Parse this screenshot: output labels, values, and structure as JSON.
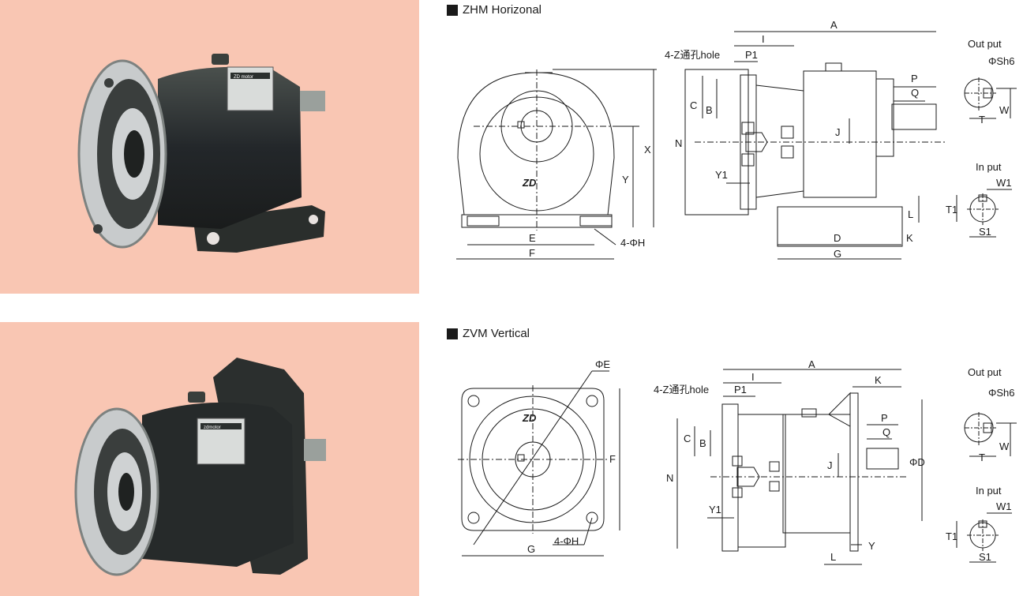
{
  "sections": {
    "horizontal": {
      "title": "ZHM Horizonal",
      "front_labels": {
        "x": "X",
        "y": "Y",
        "e": "E",
        "f": "F",
        "holes": "4-ΦH",
        "logo": "ZD"
      },
      "side_labels": {
        "a": "A",
        "i": "I",
        "p1": "P1",
        "hole": "4-Z通孔hole",
        "c": "C",
        "b": "B",
        "n": "N",
        "j": "J",
        "y1": "Y1",
        "p": "P",
        "q": "Q",
        "l": "L",
        "k": "K",
        "d": "D",
        "g": "G"
      },
      "output": {
        "title": "Out put",
        "shaft": "ΦSh6",
        "t": "T",
        "w": "W"
      },
      "input": {
        "title": "In put",
        "w1": "W1",
        "t1": "T1",
        "s1": "S1"
      }
    },
    "vertical": {
      "title": "ZVM Vertical",
      "front_labels": {
        "e": "ΦE",
        "f": "F",
        "g": "G",
        "holes": "4-ΦH",
        "logo": "ZD"
      },
      "side_labels": {
        "a": "A",
        "i": "I",
        "k": "K",
        "p1": "P1",
        "hole": "4-Z通孔hole",
        "c": "C",
        "b": "B",
        "n": "N",
        "j": "J",
        "y1": "Y1",
        "p": "P",
        "q": "Q",
        "d": "ΦD",
        "l": "L",
        "y": "Y"
      },
      "output": {
        "title": "Out put",
        "shaft": "ΦSh6",
        "t": "T",
        "w": "W"
      },
      "input": {
        "title": "In put",
        "w1": "W1",
        "t1": "T1",
        "s1": "S1"
      }
    }
  },
  "photo_top_label": "ZD motor",
  "photo_bottom_label": "zdmotor",
  "colors": {
    "photo_bg": "#f9c6b3",
    "metal_dark": "#2b302e",
    "metal_light": "#c9cbcb"
  }
}
